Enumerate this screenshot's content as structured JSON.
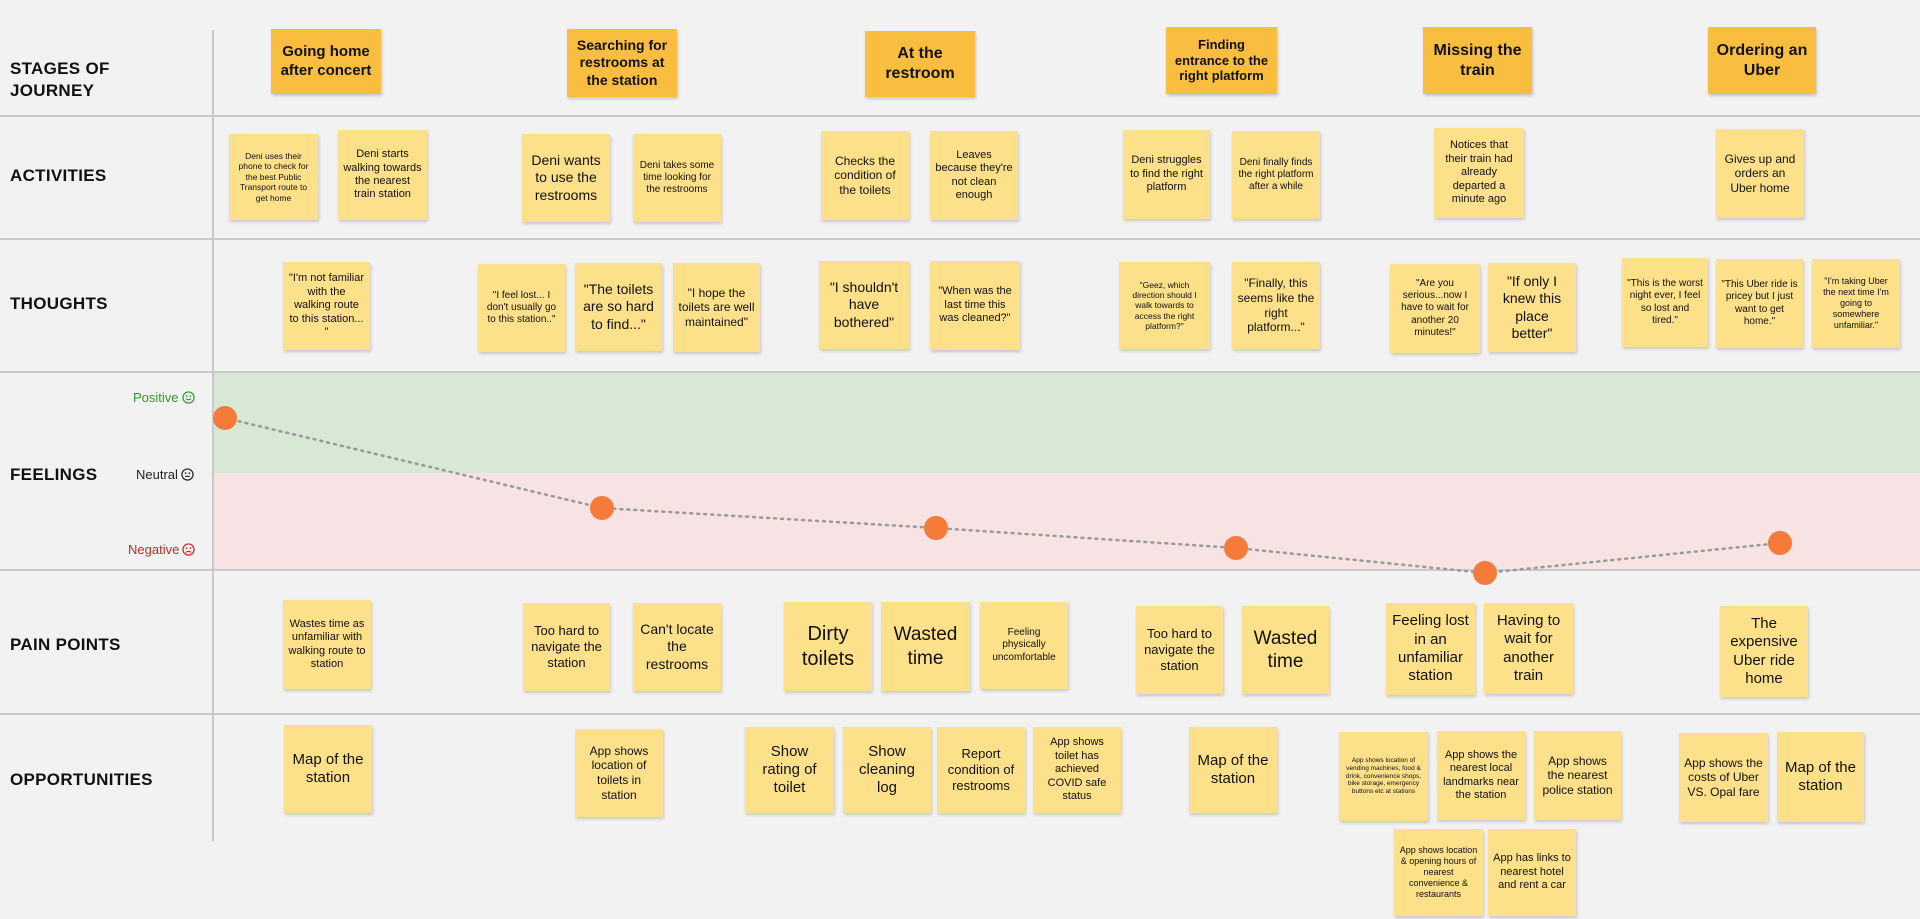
{
  "rows": {
    "stages": "STAGES OF\nJOURNEY",
    "activities": "ACTIVITIES",
    "thoughts": "THOUGHTS",
    "feelings": "FEELINGS",
    "pain_points": "PAIN POINTS",
    "opportunities": "OPPORTUNITIES"
  },
  "feeling_scale": {
    "positive": "Positive",
    "neutral": "Neutral",
    "negative": "Negative"
  },
  "stages": [
    "Going home after concert",
    "Searching for restrooms at the station",
    "At the restroom",
    "Finding entrance to the right platform",
    "Missing the train",
    "Ordering an Uber"
  ],
  "activities": [
    "Deni uses their phone to check for the best Public Transport route to get home",
    "Deni starts walking towards the nearest train station",
    "Deni wants to use the restrooms",
    "Deni takes some time looking for the restrooms",
    "Checks the condition of the toilets",
    "Leaves because they're not clean enough",
    "Deni struggles to find the right platform",
    "Deni finally finds the right platform after a while",
    "Notices that their train had already departed a minute ago",
    "Gives up and orders an Uber home"
  ],
  "thoughts": [
    "\"I'm not familiar with the walking route to this station... \"",
    "\"I feel lost... I don't usually go to this station..\"",
    "\"The toilets are so hard to find...\"",
    "\"I hope the toilets are well maintained\"",
    "\"I shouldn't have bothered\"",
    "\"When was the last time this was cleaned?\"",
    "\"Geez, which direction should I walk towards to access the right platform?\"",
    "\"Finally, this seems like the right platform...\"",
    "\"Are you serious...now I have to wait for another 20 minutes!\"",
    "\"If only I knew this place better\"",
    "\"This is the worst night ever, I feel so lost and tired.\"",
    "\"This Uber ride is pricey but I just want to get home.\"",
    "\"I'm taking Uber the next time I'm going to somewhere unfamiliar.\""
  ],
  "pain_points": [
    "Wastes time as unfamiliar with walking route to station",
    "Too hard to navigate the station",
    "Can't locate the restrooms",
    "Dirty toilets",
    "Wasted time",
    "Feeling physically uncomfortable",
    "Too hard to navigate the station",
    "Wasted time",
    "Feeling lost in an unfamiliar station",
    "Having to wait for another train",
    "The expensive Uber ride home"
  ],
  "opportunities": [
    "Map of the station",
    "App shows location of toilets in station",
    "Show rating of toilet",
    "Show cleaning log",
    "Report condition of restrooms",
    "App shows toilet has achieved COVID safe status",
    "Map of the station",
    "App shows location of vending machines, food & drink, convenience shops, bike storage, emergency buttons etc at stations",
    "App shows the nearest local landmarks near the station",
    "App shows the nearest police station",
    "App shows the costs of Uber VS. Opal fare",
    "Map of the station",
    "App shows location & opening hours of nearest convenience & restaurants",
    "App has links to nearest hotel and rent a car"
  ],
  "feelings_curve": {
    "scale": [
      "negative",
      "neutral",
      "positive"
    ],
    "range": [
      -1,
      1
    ],
    "points": [
      0.55,
      -0.35,
      -0.55,
      -0.75,
      -1.0,
      -0.7
    ]
  },
  "colors": {
    "stage_note": "#f9be3f",
    "note": "#fde08a",
    "positive_band": "#d7e8d4",
    "negative_band": "#f7e3e3",
    "curve_point": "#f47b3a",
    "curve_line": "#9a9a9a"
  }
}
